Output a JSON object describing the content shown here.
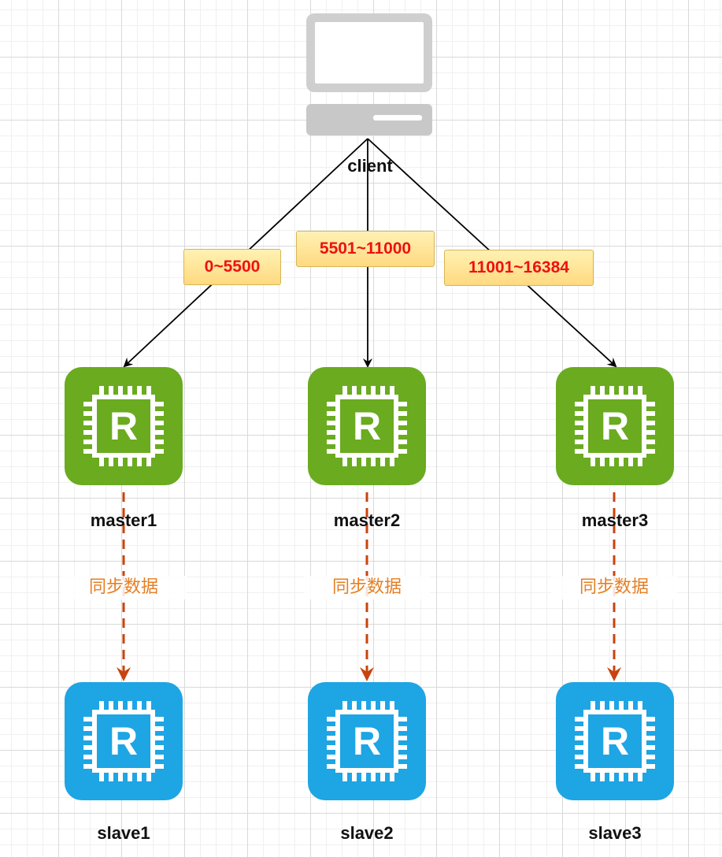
{
  "client": {
    "label": "client"
  },
  "ranges": [
    "0~5500",
    "5501~11000",
    "11001~16384"
  ],
  "masters": [
    "master1",
    "master2",
    "master3"
  ],
  "slaves": [
    "slave1",
    "slave2",
    "slave3"
  ],
  "sync_label": "同步数据",
  "chip_letter": "R",
  "colors": {
    "master": "#6aab1f",
    "slave": "#1ea5e4",
    "range_text": "#ee1111",
    "sync_text": "#e67e22",
    "sync_arrow": "#c8430f"
  },
  "icons": {
    "client": "desktop-computer-icon",
    "node": "redis-chip-icon"
  }
}
